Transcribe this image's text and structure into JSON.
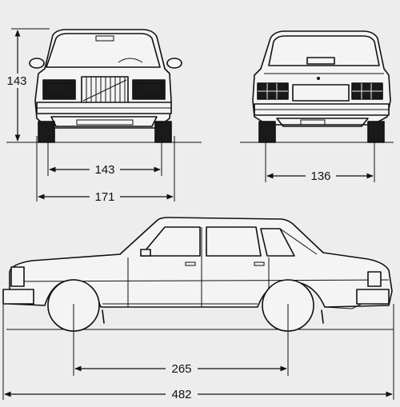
{
  "dimensions": {
    "front_height": "143",
    "front_track": "143",
    "front_width": "171",
    "rear_track": "136",
    "wheelbase": "265",
    "overall_length": "482"
  }
}
